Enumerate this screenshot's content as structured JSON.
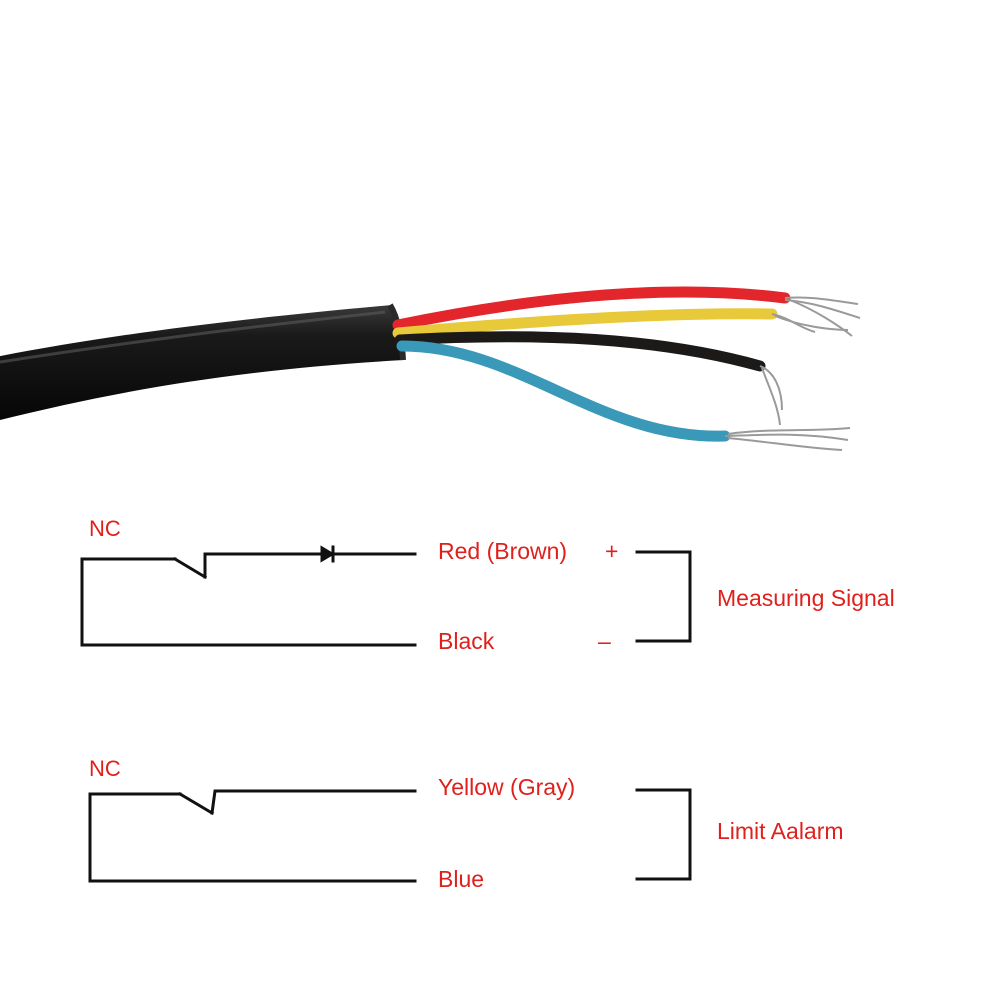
{
  "colors": {
    "label_red": "#e0201c",
    "line_black": "#111111",
    "cable_jacket": "#141414",
    "wire_red": "#e3262b",
    "wire_yellow": "#e8c93a",
    "wire_black": "#1c1a18",
    "wire_blue": "#3a98b8"
  },
  "cable_photo": {
    "icon": "four-core-cable-photo",
    "wires": [
      "red",
      "yellow",
      "black",
      "blue"
    ]
  },
  "circuit_1": {
    "nc_label": "NC",
    "wire_top": "Red (Brown)",
    "polarity_plus": "+",
    "wire_bottom": "Black",
    "polarity_minus": "–",
    "function": "Measuring Signal"
  },
  "circuit_2": {
    "nc_label": "NC",
    "wire_top": "Yellow (Gray)",
    "wire_bottom": "Blue",
    "function": "Limit Aalarm"
  }
}
